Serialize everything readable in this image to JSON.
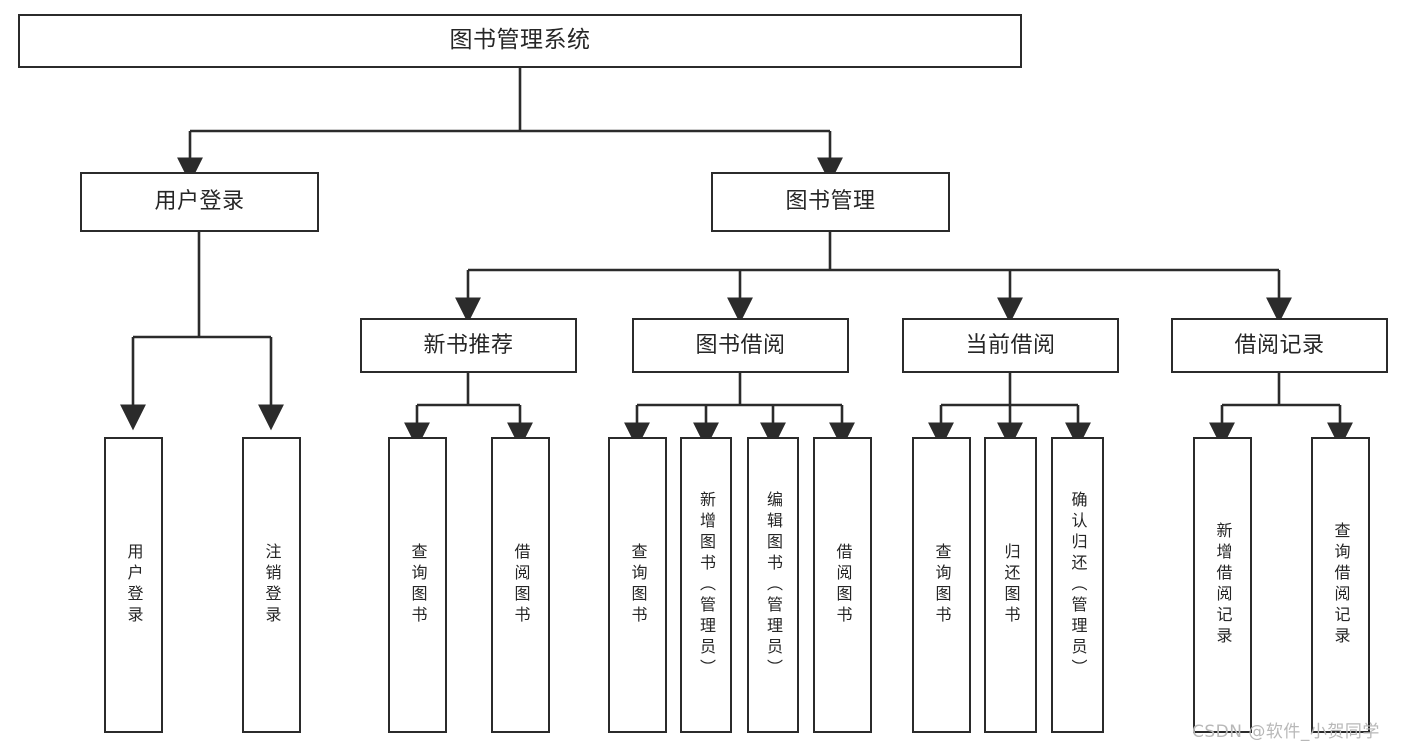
{
  "diagram": {
    "title": "图书管理系统",
    "type": "tree-hierarchy",
    "colors": {
      "background": "#ffffff",
      "box_border": "#2b2b2b",
      "box_fill": "#ffffff",
      "text": "#262626",
      "connector": "#2b2b2b",
      "watermark": "#b8b8b8"
    },
    "root": {
      "label": "图书管理系统"
    },
    "level2": [
      {
        "id": "user-login",
        "label": "用户登录"
      },
      {
        "id": "book-manage",
        "label": "图书管理"
      }
    ],
    "level3": [
      {
        "id": "new-book-recommend",
        "label": "新书推荐"
      },
      {
        "id": "book-borrow",
        "label": "图书借阅"
      },
      {
        "id": "current-borrow",
        "label": "当前借阅"
      },
      {
        "id": "borrow-record",
        "label": "借阅记录"
      }
    ],
    "leaves": {
      "user_login": [
        {
          "id": "leaf-user-login",
          "label": "用户登录"
        },
        {
          "id": "leaf-logout-login",
          "label": "注销登录"
        }
      ],
      "new_book_recommend": [
        {
          "id": "leaf-query-book-1",
          "label": "查询图书"
        },
        {
          "id": "leaf-borrow-book-1",
          "label": "借阅图书"
        }
      ],
      "book_borrow": [
        {
          "id": "leaf-query-book-2",
          "label": "查询图书"
        },
        {
          "id": "leaf-add-book",
          "label": "新增图书（管理员）"
        },
        {
          "id": "leaf-edit-book",
          "label": "编辑图书（管理员）"
        },
        {
          "id": "leaf-borrow-book-2",
          "label": "借阅图书"
        }
      ],
      "current_borrow": [
        {
          "id": "leaf-query-book-3",
          "label": "查询图书"
        },
        {
          "id": "leaf-return-book",
          "label": "归还图书"
        },
        {
          "id": "leaf-confirm-return",
          "label": "确认归还（管理员）"
        }
      ],
      "borrow_record": [
        {
          "id": "leaf-add-record",
          "label": "新增借阅记录"
        },
        {
          "id": "leaf-query-record",
          "label": "查询借阅记录"
        }
      ]
    }
  },
  "watermark": {
    "text": "CSDN @软件_小贺同学"
  }
}
